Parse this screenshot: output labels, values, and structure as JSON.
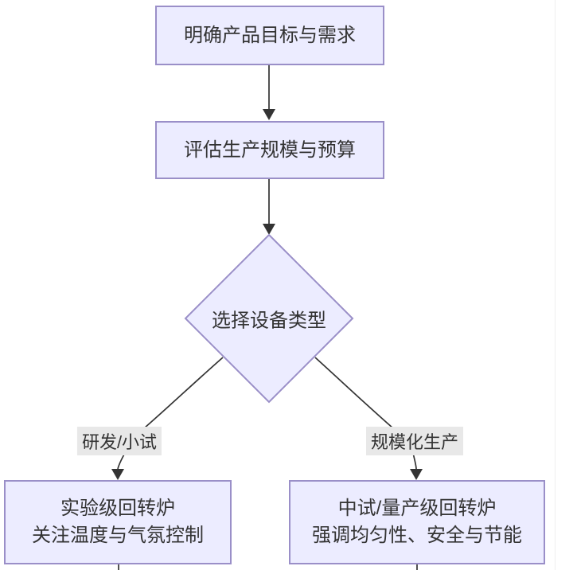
{
  "flowchart": {
    "nodes": {
      "goal": {
        "label": "明确产品目标与需求"
      },
      "budget": {
        "label": "评估生产规模与预算"
      },
      "decision": {
        "label": "选择设备类型"
      },
      "lab_furnace": {
        "line1": "实验级回转炉",
        "line2": "关注温度与气氛控制"
      },
      "pilot_furnace": {
        "line1": "中试/量产级回转炉",
        "line2": "强调均匀性、安全与节能"
      }
    },
    "edge_labels": {
      "rd_trial": "研发/小试",
      "scale_production": "规模化生产"
    },
    "colors": {
      "node_fill": "#ececff",
      "node_border": "#9a8fc8",
      "edge_line": "#333333",
      "edge_label_bg": "#e8e8e8",
      "text": "#333333"
    }
  }
}
